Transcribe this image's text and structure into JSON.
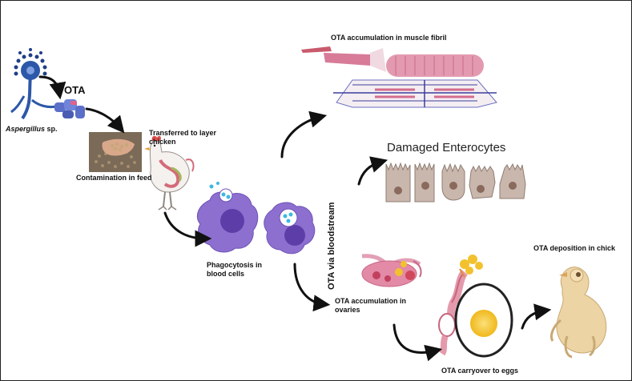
{
  "labels": {
    "ota": "OTA",
    "aspergillus_genus": "Aspergillus",
    "aspergillus_sp": " sp.",
    "contamination_feed": "Contamination in feed",
    "transferred_line1": "Transferred to layer",
    "transferred_line2": "chicken",
    "phagocytosis_line1": "Phagocytosis in",
    "phagocytosis_line2": "blood cells",
    "via_bloodstream": "OTA via bloodstream",
    "muscle": "OTA accumulation in muscle fibril",
    "enterocytes": "Damaged Enterocytes",
    "ovaries_line1": "OTA accumulation in",
    "ovaries_line2": "ovaries",
    "carryover": "OTA carryover to eggs",
    "deposition": "OTA deposition in chick"
  },
  "colors": {
    "fungus": "#2d57a8",
    "toxin": "#5b6fc9",
    "cell_body": "#8d6fd0",
    "cell_nucleus": "#5d3ea8",
    "muscle": "#d77b99",
    "enterocyte": "#c9b7ad",
    "enterocyte_nucleus": "#8a6a5c",
    "ovary": "#e28aa6",
    "egg_yolk": "#f2c12e",
    "chick": "#ecd4a4",
    "arrow": "#111111"
  },
  "icons": [
    "aspergillus-icon",
    "ota-molecule-icon",
    "feed-hand-icon",
    "hen-icon",
    "macrophage-icon",
    "muscle-fibril-icon",
    "enterocyte-icon",
    "ovary-icon",
    "oviduct-icon",
    "egg-icon",
    "chick-embryo-icon"
  ]
}
